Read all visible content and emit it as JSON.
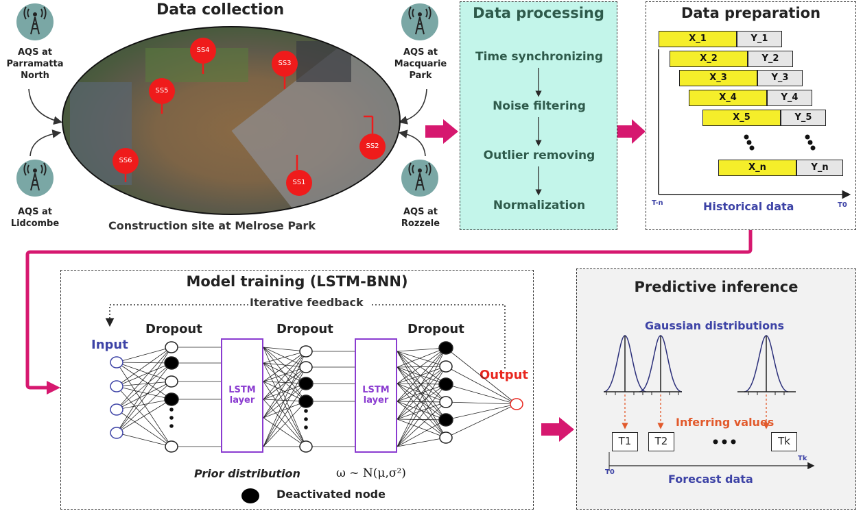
{
  "collection": {
    "title": "Data collection",
    "site_caption": "Construction site at Melrose Park",
    "stations": [
      {
        "l1": "AQS at",
        "l2": "Parramatta",
        "l3": "North"
      },
      {
        "l1": "AQS at",
        "l2": "Macquarie",
        "l3": "Park"
      },
      {
        "l1": "AQS at",
        "l2": "Lidcombe",
        "l3": ""
      },
      {
        "l1": "AQS at",
        "l2": "Rozzele",
        "l3": ""
      }
    ],
    "sensors": [
      "SS1",
      "SS2",
      "SS3",
      "SS4",
      "SS5",
      "SS6"
    ]
  },
  "processing": {
    "title": "Data processing",
    "steps": [
      "Time synchronizing",
      "Noise filtering",
      "Outlier removing",
      "Normalization"
    ]
  },
  "preparation": {
    "title": "Data preparation",
    "x_labels": [
      "X_1",
      "X_2",
      "X_3",
      "X_4",
      "X_5",
      "X_n"
    ],
    "y_labels": [
      "Y_1",
      "Y_2",
      "Y_3",
      "Y_4",
      "Y_5",
      "Y_n"
    ],
    "axis_start": "T-n",
    "axis_end": "T0",
    "axis_label": "Historical data"
  },
  "training": {
    "title": "Model training (LSTM-BNN)",
    "feedback": "Iterative feedback",
    "input": "Input",
    "output": "Output",
    "dropout": "Dropout",
    "lstm_l1": "LSTM",
    "lstm_l2": "layer",
    "prior": "Prior distribution",
    "formula": "ω ~ N(μ,σ²)",
    "legend": "Deactivated node"
  },
  "inference": {
    "title": "Predictive inference",
    "gaussian": "Gaussian distributions",
    "inferring": "Inferring values",
    "steps": [
      "T1",
      "T2",
      "Tk"
    ],
    "axis_start": "T0",
    "axis_end": "Tk",
    "axis_label": "Forecast data"
  },
  "colors": {
    "magenta": "#d6186f",
    "process_fill": "#c3f5ea",
    "x_fill": "#f5ee2a",
    "y_fill": "#e6e6e6",
    "blue_text": "#3d43a6",
    "lstm_purple": "#8a3bd0",
    "output_red": "#e8261e",
    "infer_orange": "#e25a2c",
    "sensor_red": "#ef1b1b",
    "inference_bg": "#f2f2f2"
  }
}
